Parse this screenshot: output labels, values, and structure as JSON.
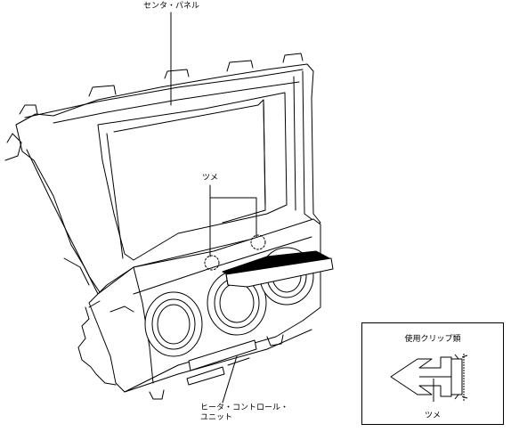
{
  "labels": {
    "center_panel": "センタ・パネル",
    "claw": "ツメ",
    "heater_line1": "ヒータ・コントロール・",
    "heater_line2": "ユニット"
  },
  "legend": {
    "title": "使用クリップ類",
    "item_label": "ツメ"
  }
}
